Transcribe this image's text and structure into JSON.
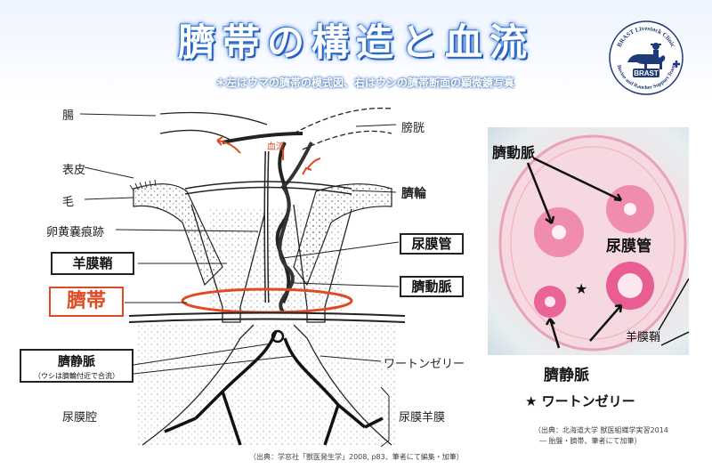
{
  "header": {
    "title": "臍帯の構造と血流",
    "subtitle": "＊左はウマの臍帯の模式図、右はウシの臍帯断面の顕微鏡写真"
  },
  "logo": {
    "top_text": "BRAST Livestock Clinic",
    "bottom_text": "Bovine and Rancher Support Team",
    "badge": "BRAST",
    "icon": "cow-farmer-icon"
  },
  "diagram_labels": {
    "intestine": "腸",
    "bladder": "膀胱",
    "blood_flow": "血流",
    "skin": "表皮",
    "hair": "毛",
    "umbilical_ring": "臍輪",
    "yolk_sac_remnant": "卵黄嚢痕跡",
    "urachus": "尿膜管",
    "amnion_sheath": "羊膜鞘",
    "umbilical_artery": "臍動脈",
    "umbilical_cord": "臍帯",
    "umbilical_vein": "臍静脈",
    "umbilical_vein_note": "（ウシは臍輪付近で合流）",
    "wharton_jelly": "ワートンゼリー",
    "allantoic_cavity": "尿膜腔",
    "allantoamnion": "尿膜羊膜"
  },
  "citation_left": "（出典：学窓社「獣医発生学」2008, p83、筆者にて編集・加筆）",
  "photo_labels": {
    "artery": "臍動脈",
    "urachus": "尿膜管",
    "star": "★",
    "amnion_sheath": "羊膜鞘",
    "vein": "臍静脈",
    "wharton_jelly": "★ ワートンゼリー"
  },
  "citation_right": {
    "line1": "（出典：北海道大学 獣医組織学実習2014",
    "line2": "― 胎盤・臍帯、筆者にて加筆）"
  },
  "colors": {
    "accent_red": "#e04a22",
    "title_blue": "#2f6fd0",
    "logo_navy": "#1f3a78",
    "vessel_pink": "#e8508a"
  }
}
